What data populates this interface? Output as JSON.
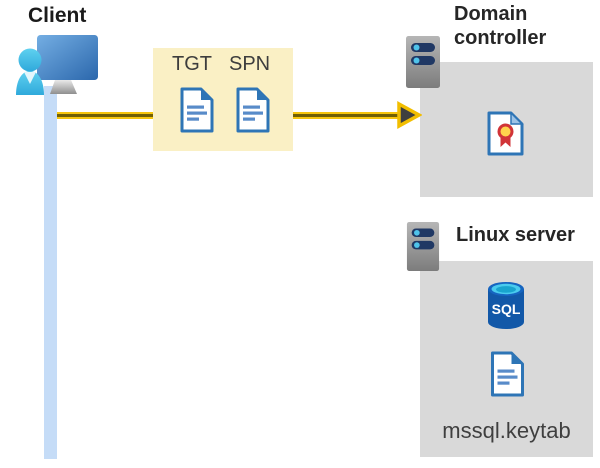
{
  "client": {
    "label": "Client"
  },
  "tickets": {
    "tgt": "TGT",
    "spn": "SPN"
  },
  "domain_controller": {
    "label": "Domain controller"
  },
  "linux_server": {
    "label": "Linux server",
    "sql_badge": "SQL",
    "keytab_file": "mssql.keytab"
  },
  "icons": [
    "client-computer-icon",
    "user-icon",
    "document-icon",
    "arrow-right-icon",
    "server-icon",
    "certificate-icon",
    "sql-database-icon"
  ],
  "colors": {
    "highlight_box_yellow": "#FAF0C5",
    "panel_gray": "#D9D9D9",
    "arrow_yellow": "#F6C50D",
    "arrow_core_olive": "#716004",
    "arrowhead_dark": "#3F3F3F",
    "document_blue": "#2E75B6",
    "connection_line_blue": "#C5DCF7",
    "person_cyan": "#41BEE5",
    "monitor_blue": "#2B67AC",
    "sql_database_blue": "#1258A8",
    "certificate_red": "#D13438",
    "certificate_gold": "#FFD34D",
    "server_slot_navy": "#203864",
    "heading_text": "#262626",
    "body_text": "#3F3F3F"
  }
}
